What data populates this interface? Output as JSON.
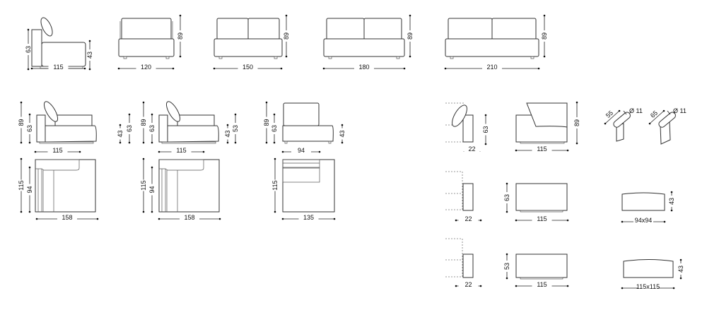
{
  "top_row": {
    "side_view": {
      "height": "63",
      "seat_height": "43",
      "depth": "115"
    },
    "sofa_120": {
      "height": "89",
      "width": "120"
    },
    "sofa_150": {
      "height": "89",
      "width": "150"
    },
    "sofa_180": {
      "height": "89",
      "width": "180"
    },
    "sofa_210": {
      "height": "89",
      "width": "210"
    }
  },
  "chaise_a": {
    "height": "89",
    "arm_height": "63",
    "seat_height": "43",
    "end_height": "63",
    "depth": "115",
    "plan_depth": "115",
    "plan_seat": "94",
    "plan_width": "158"
  },
  "chaise_b": {
    "height": "89",
    "arm_height": "63",
    "seat_height": "43",
    "end_height": "53",
    "depth": "115",
    "plan_depth": "115",
    "plan_seat": "94",
    "plan_width": "158"
  },
  "corner": {
    "height": "89",
    "arm_height": "63",
    "seat_height": "43",
    "width": "94",
    "plan_depth": "115",
    "plan_width": "135"
  },
  "back_cushion": {
    "height": "63",
    "thickness": "22"
  },
  "arm_back": {
    "height": "89",
    "width": "115"
  },
  "bolster_55": {
    "length": "55",
    "diameter": "Ø 11"
  },
  "bolster_65": {
    "length": "65",
    "diameter": "Ø 11"
  },
  "arm_63": {
    "thickness": "22",
    "height": "63",
    "width": "115"
  },
  "arm_53": {
    "thickness": "22",
    "height": "53",
    "width": "115"
  },
  "pouf_94": {
    "height": "43",
    "size": "94x94"
  },
  "pouf_115": {
    "height": "43",
    "size": "115x115"
  }
}
